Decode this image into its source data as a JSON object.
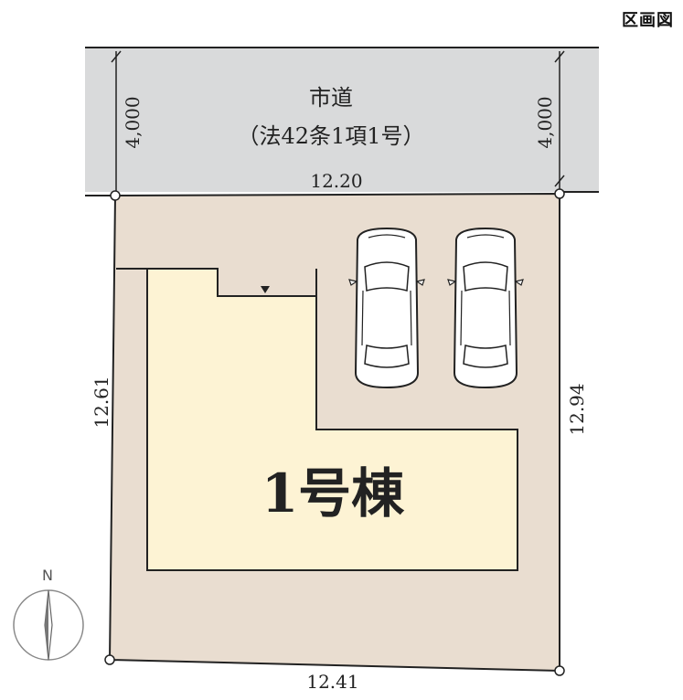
{
  "title": "区画図",
  "road": {
    "line1": "市道",
    "line2": "（法42条1項1号）",
    "width_left": "4,000",
    "width_right": "4,000"
  },
  "dimensions": {
    "top": "12.20",
    "left": "12.61",
    "right": "12.94",
    "bottom": "12.41"
  },
  "building": {
    "label": "1号棟"
  },
  "parking": {
    "car_count": 2
  },
  "compass": {
    "north_label": "N"
  },
  "colors": {
    "road": "#d9dadb",
    "lot": "#e9ddd0",
    "building": "#fdf3d4",
    "line": "#222222"
  }
}
